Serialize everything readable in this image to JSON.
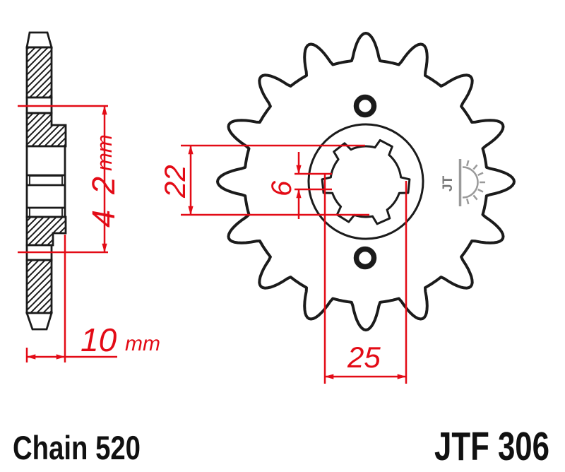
{
  "labels": {
    "chain": "Chain 520",
    "part": "JTF 306",
    "logo": "JT"
  },
  "dimensions": {
    "d42": {
      "value": "42",
      "unit": "mm"
    },
    "d10": {
      "value": "10",
      "unit": "mm"
    },
    "d22": {
      "value": "22"
    },
    "d6": {
      "value": "6"
    },
    "d25": {
      "value": "25"
    }
  },
  "colors": {
    "dimension_red": "#e30b16",
    "drawing_black": "#1b1b1b",
    "logo_gray": "#9a9a9a",
    "background": "#ffffff"
  }
}
